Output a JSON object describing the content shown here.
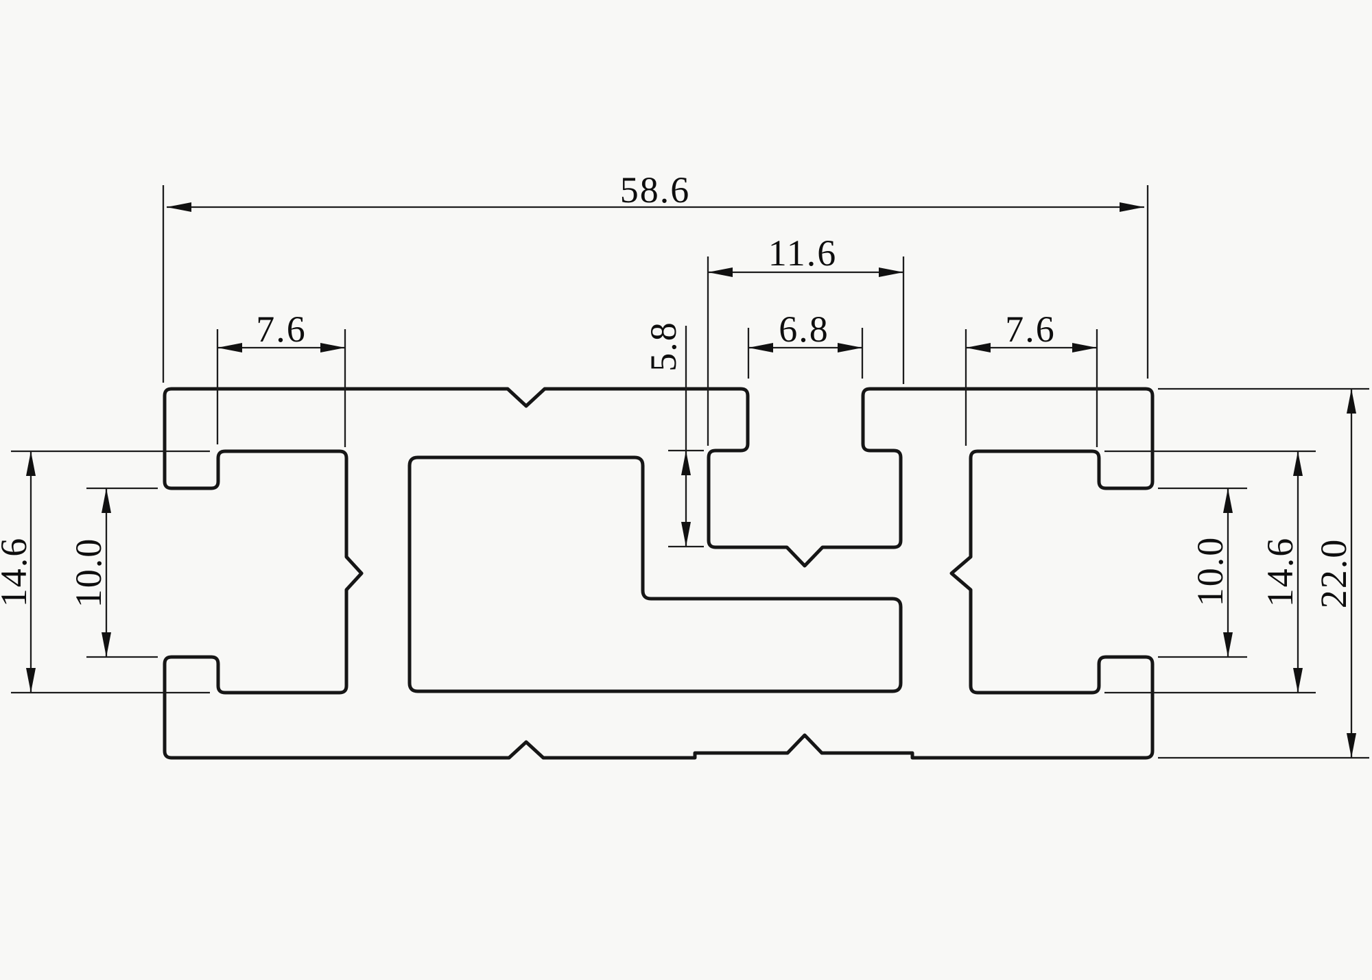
{
  "drawing": {
    "kind": "aluminum-extrusion-profile-cross-section",
    "colors": {
      "background": "#f8f8f6",
      "line": "#161616",
      "text": "#0e0e0e"
    },
    "dimensions": {
      "overall_width": {
        "label": "58.6",
        "orientation": "horizontal"
      },
      "top_cavity_width": {
        "label": "11.6",
        "orientation": "horizontal"
      },
      "top_slot_opening": {
        "label": "6.8",
        "orientation": "horizontal"
      },
      "left_slot_depth": {
        "label": "7.6",
        "orientation": "horizontal"
      },
      "right_slot_depth": {
        "label": "7.6",
        "orientation": "horizontal"
      },
      "top_cavity_depth": {
        "label": "5.8",
        "orientation": "vertical"
      },
      "left_slot_opening": {
        "label": "10.0",
        "orientation": "vertical"
      },
      "left_cavity_height": {
        "label": "14.6",
        "orientation": "vertical"
      },
      "right_slot_opening": {
        "label": "10.0",
        "orientation": "vertical"
      },
      "right_cavity_height": {
        "label": "14.6",
        "orientation": "vertical"
      },
      "overall_height": {
        "label": "22.0",
        "orientation": "vertical"
      }
    }
  }
}
